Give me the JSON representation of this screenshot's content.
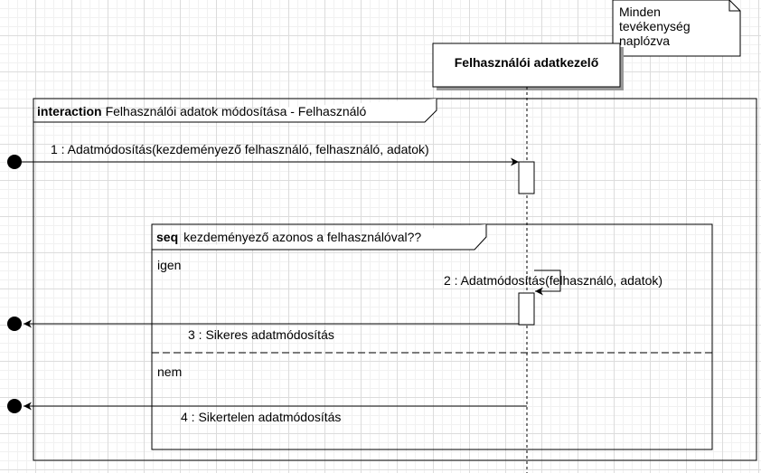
{
  "note": {
    "lines": [
      "Minden",
      "tevékenység",
      "naplózva"
    ]
  },
  "lifeline": {
    "title": "Felhasználói adatkezelő"
  },
  "interaction_frame": {
    "keyword": "interaction",
    "title": "Felhasználói adatok módosítása - Felhasználó"
  },
  "seq_frame": {
    "keyword": "seq",
    "title": "kezdeményező azonos a  felhasználóval??",
    "operand_yes": "igen",
    "operand_no": "nem"
  },
  "messages": [
    {
      "label": "1 : Adatmódosítás(kezdeményező felhasználó, felhasználó, adatok)"
    },
    {
      "label": "2 : Adatmódosítás(felhasználó, adatok)"
    },
    {
      "label": "3 : Sikeres adatmódosítás"
    },
    {
      "label": "4 : Sikertelen adatmódosítás"
    }
  ]
}
